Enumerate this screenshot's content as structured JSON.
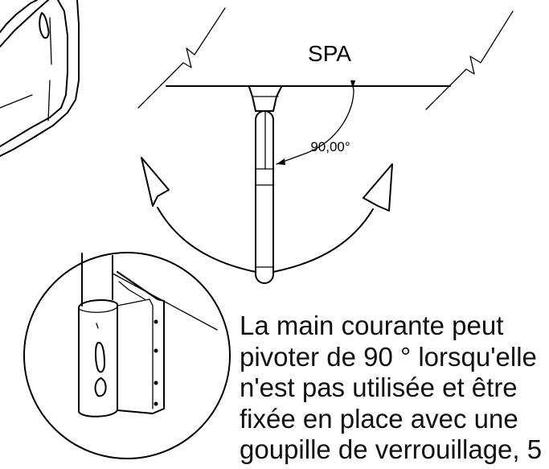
{
  "diagram": {
    "spa_label": "SPA",
    "angle_label": "90,00°",
    "caption_lines": [
      "La main courante peut",
      "pivoter de 90 ° lorsqu'elle",
      "n'est pas utilisée et être",
      "fixée en place avec une",
      "goupille de verrouillage, 5"
    ]
  }
}
